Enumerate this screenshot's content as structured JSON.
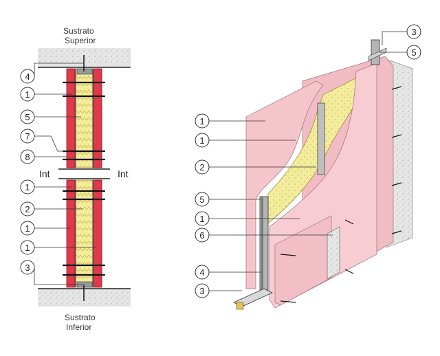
{
  "section": {
    "top_label_line1": "Sustrato",
    "top_label_line2": "Superior",
    "bottom_label_line1": "Sustrato",
    "bottom_label_line2": "Inferior",
    "int_left": "Int",
    "int_right": "Int",
    "callouts": [
      "4",
      "1",
      "5",
      "7",
      "8",
      "1",
      "2",
      "1",
      "1",
      "3"
    ]
  },
  "isometric": {
    "callouts_right": [
      "3",
      "5"
    ],
    "callouts_left": [
      "1",
      "1",
      "2",
      "5",
      "1",
      "6",
      "4",
      "3"
    ]
  },
  "colors": {
    "board_red": "#e0394a",
    "board_pink": "#f4c6cc",
    "insulation": "#f3ec9c",
    "concrete": "#dcdcdc",
    "steel": "#8a8a8a"
  }
}
